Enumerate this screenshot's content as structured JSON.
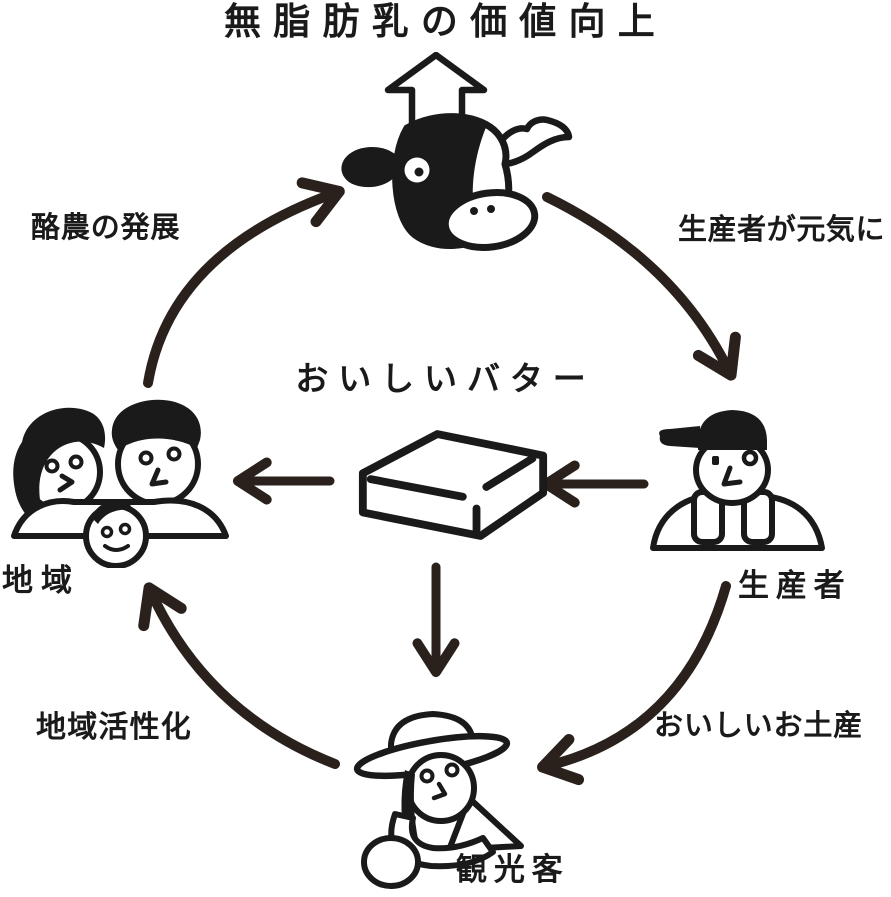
{
  "diagram": {
    "background_color": "#ffffff",
    "ink_color": "#1a1a1a",
    "arrow_color": "#2a211c",
    "nodes": {
      "milk_value": {
        "label": "無脂肪乳の価値向上",
        "icon": "cow-icon"
      },
      "butter": {
        "label": "おいしいバター",
        "icon": "butter-block-icon"
      },
      "producer": {
        "label": "生産者",
        "icon": "farmer-icon"
      },
      "tourist": {
        "label": "観光客",
        "icon": "tourist-icon"
      },
      "community": {
        "label": "地域",
        "icon": "family-icon"
      }
    },
    "edges": {
      "community_to_milk_value": {
        "from": "community",
        "to": "milk_value",
        "label": "酪農の発展",
        "style": "curved"
      },
      "milk_value_to_producer": {
        "from": "milk_value",
        "to": "producer",
        "label": "生産者が元気に",
        "style": "curved"
      },
      "producer_to_butter": {
        "from": "producer",
        "to": "butter",
        "label": "",
        "style": "straight"
      },
      "butter_to_community": {
        "from": "butter",
        "to": "community",
        "label": "",
        "style": "straight"
      },
      "butter_to_tourist": {
        "from": "butter",
        "to": "tourist",
        "label": "",
        "style": "straight"
      },
      "producer_to_tourist": {
        "from": "producer",
        "to": "tourist",
        "label": "おいしいお土産",
        "style": "curved"
      },
      "tourist_to_community": {
        "from": "tourist",
        "to": "community",
        "label": "地域活性化",
        "style": "curved"
      }
    }
  }
}
